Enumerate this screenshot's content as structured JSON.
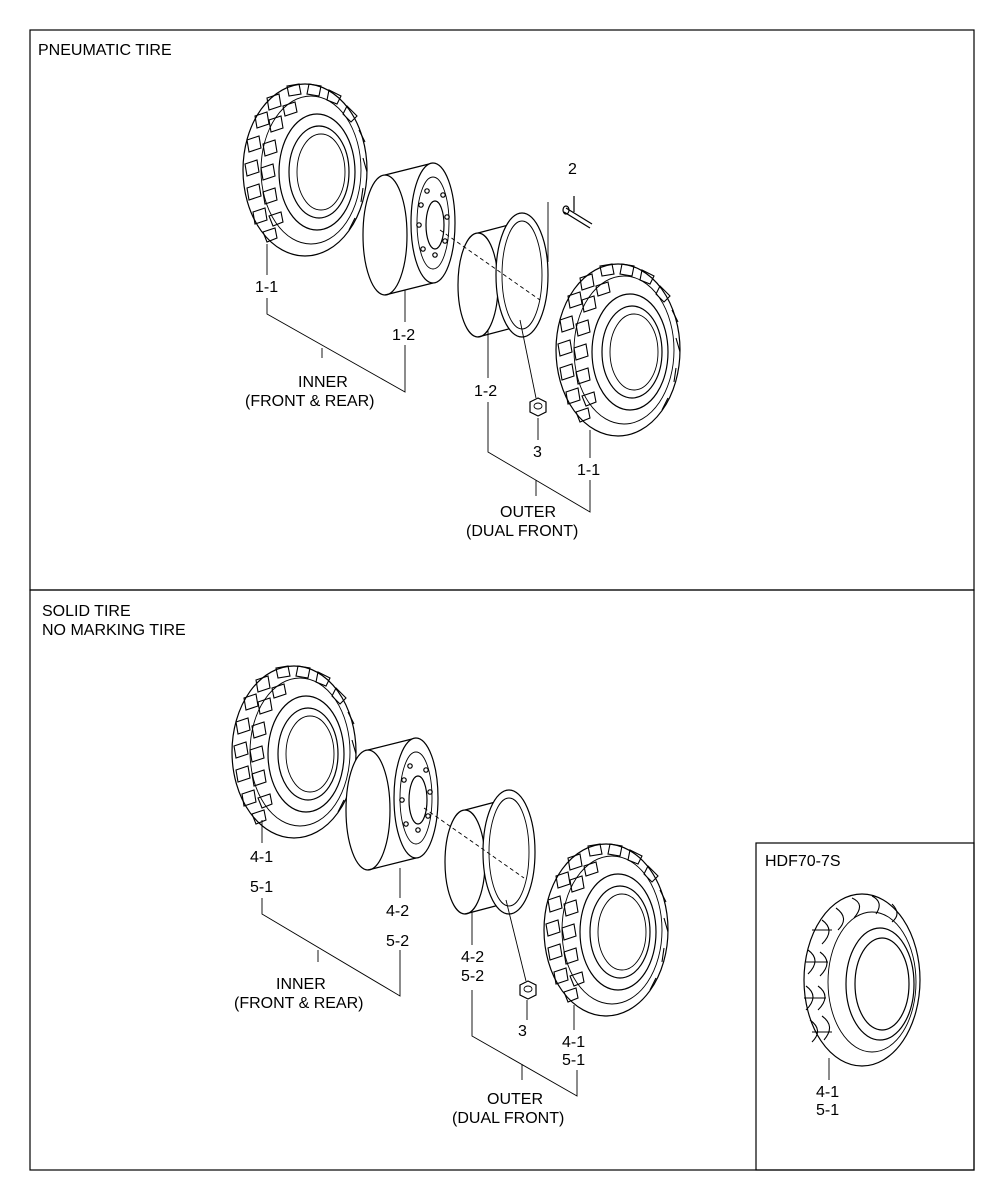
{
  "sections": {
    "pneumatic": {
      "title": "PNEUMATIC TIRE"
    },
    "solid": {
      "title_line1": "SOLID TIRE",
      "title_line2": "NO MARKING TIRE"
    },
    "inset": {
      "title": "HDF70-7S"
    }
  },
  "labels": {
    "p_tire_inner": "1-1",
    "p_rim_inner": "1-2",
    "p_rim_outer": "1-2",
    "p_tire_outer": "1-1",
    "p_valve": "2",
    "p_nut": "3",
    "p_inner_line1": "INNER",
    "p_inner_line2": "(FRONT & REAR)",
    "p_outer_line1": "OUTER",
    "p_outer_line2": "(DUAL FRONT)",
    "s_tire_inner_a": "4-1",
    "s_tire_inner_b": "5-1",
    "s_rim_inner_a": "4-2",
    "s_rim_inner_b": "5-2",
    "s_rim_outer_a": "4-2",
    "s_rim_outer_b": "5-2",
    "s_nut": "3",
    "s_tire_outer_a": "4-1",
    "s_tire_outer_b": "5-1",
    "s_inner_line1": "INNER",
    "s_inner_line2": "(FRONT & REAR)",
    "s_outer_line1": "OUTER",
    "s_outer_line2": "(DUAL FRONT)",
    "inset_tire_a": "4-1",
    "inset_tire_b": "5-1"
  }
}
